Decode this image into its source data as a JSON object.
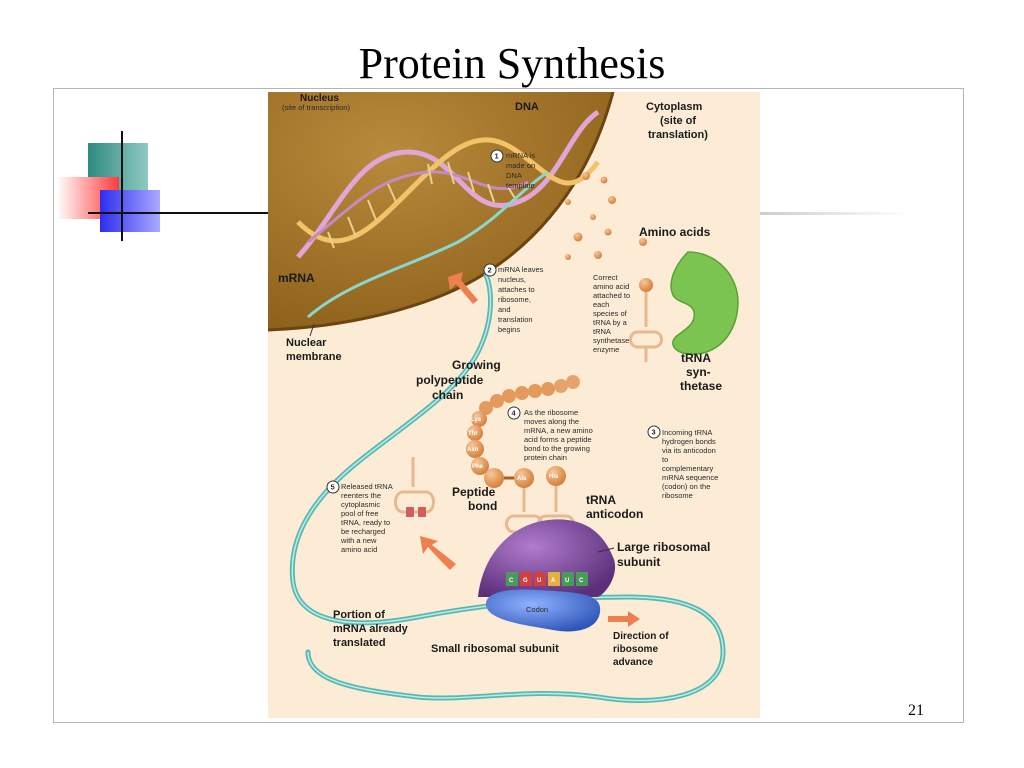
{
  "slide": {
    "title": "Protein Synthesis",
    "page_number": "21"
  },
  "labels": {
    "nucleus": [
      "Nucleus",
      "(site of transcription)"
    ],
    "dna": "DNA",
    "cytoplasm": [
      "Cytoplasm",
      "(site of",
      "translation)"
    ],
    "step1": [
      "mRNA is",
      "made on",
      "DNA",
      "template"
    ],
    "step1_num": "1",
    "amino_acids": "Amino acids",
    "mrna": "mRNA",
    "step2": [
      "mRNA leaves",
      "nucleus,",
      "attaches to",
      "ribosome,",
      "and",
      "translation",
      "begins"
    ],
    "step2_num": "2",
    "correct_aa": [
      "Correct",
      "amino acid",
      "attached to",
      "each",
      "species of",
      "tRNA by a",
      "tRNA",
      "synthetase",
      "enzyme"
    ],
    "nuclear_membrane": [
      "Nuclear",
      "membrane"
    ],
    "growing_chain": [
      "Growing",
      "polypeptide",
      "chain"
    ],
    "trna_synthetase": [
      "tRNA",
      "syn-",
      "thetase"
    ],
    "step4": [
      "As the ribosome",
      "moves along the",
      "mRNA, a new amino",
      "acid forms a peptide",
      "bond to the growing",
      "protein chain"
    ],
    "step4_num": "4",
    "step3": [
      "Incoming tRNA",
      "hydrogen bonds",
      "via its anticodon",
      "to",
      "complementary",
      "mRNA sequence",
      "(codon) on the",
      "ribosome"
    ],
    "step3_num": "3",
    "step5": [
      "Released tRNA",
      "reenters the",
      "cytoplasmic",
      "pool of free",
      "tRNA, ready to",
      "be recharged",
      "with a new",
      "amino acid"
    ],
    "step5_num": "5",
    "peptide_bond": [
      "Peptide",
      "bond"
    ],
    "trna_anticodon": [
      "tRNA",
      "anticodon"
    ],
    "large_subunit": [
      "Large ribosomal",
      "subunit"
    ],
    "portion_translated": [
      "Portion of",
      "mRNA already",
      "translated"
    ],
    "codon": "Codon",
    "small_subunit": "Small ribosomal subunit",
    "direction": [
      "Direction of",
      "ribosome",
      "advance"
    ],
    "chain_aa": [
      "Lys",
      "Thr",
      "Asn",
      "Phe",
      "Ala",
      "His"
    ],
    "codon_bases": [
      "C",
      "G",
      "U",
      "A",
      "U",
      "C"
    ]
  },
  "colors": {
    "nucleus": "#9a6b1e",
    "background": "#fcecd6",
    "mrna": "#58b9b2",
    "amino_acid": "#e39a5c",
    "synthetase": "#7cc452",
    "large_subunit": "#6c3f8a",
    "small_subunit": "#3f66c4",
    "arrow": "#ee7f4f"
  }
}
